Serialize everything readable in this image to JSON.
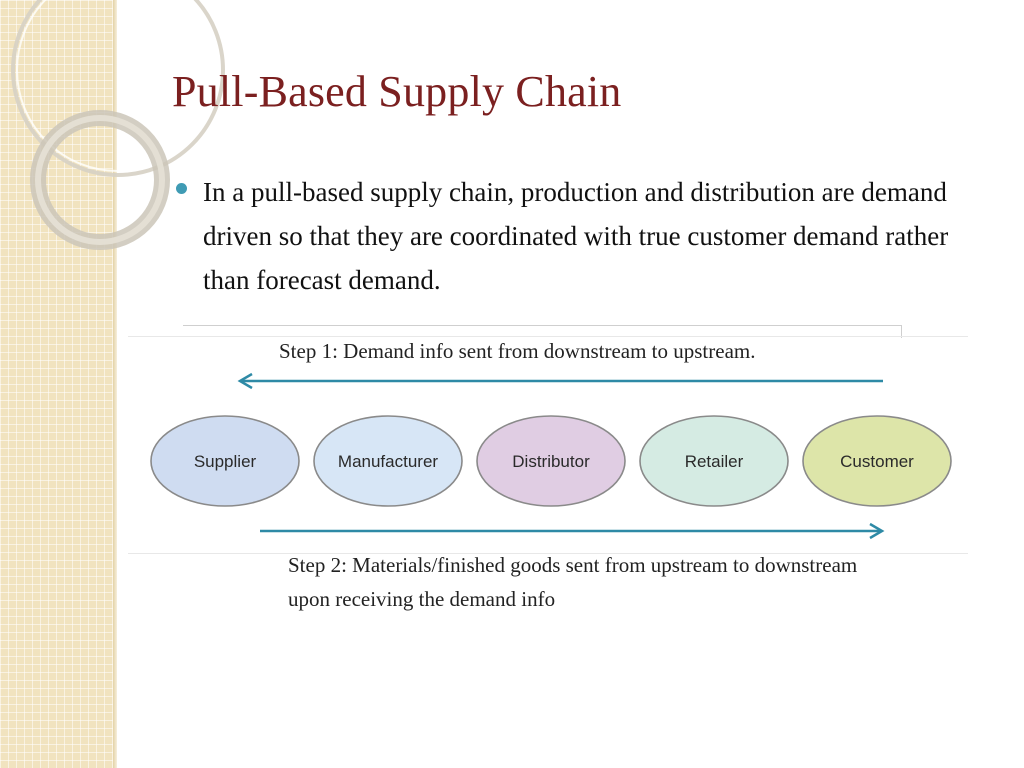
{
  "slide": {
    "title": "Pull-Based Supply Chain",
    "bullet": "In a pull-based supply chain, production and distribution are demand driven so that they are coordinated with true customer demand rather than forecast demand."
  },
  "diagram": {
    "step1_label": "Step 1: Demand info sent from downstream to upstream.",
    "step2_label": "Step 2: Materials/finished goods sent from upstream to downstream upon receiving the demand info",
    "nodes": [
      {
        "label": "Supplier",
        "fill": "#cfdcf1"
      },
      {
        "label": "Manufacturer",
        "fill": "#d7e6f6"
      },
      {
        "label": "Distributor",
        "fill": "#e0cde3"
      },
      {
        "label": "Retailer",
        "fill": "#d5ebe3"
      },
      {
        "label": "Customer",
        "fill": "#dde5a9"
      }
    ],
    "arrow_color": "#2e8aa6"
  },
  "theme": {
    "title_color": "#7b2020",
    "bullet_color": "#3f9bb4",
    "band_color": "#f1e3bf"
  }
}
